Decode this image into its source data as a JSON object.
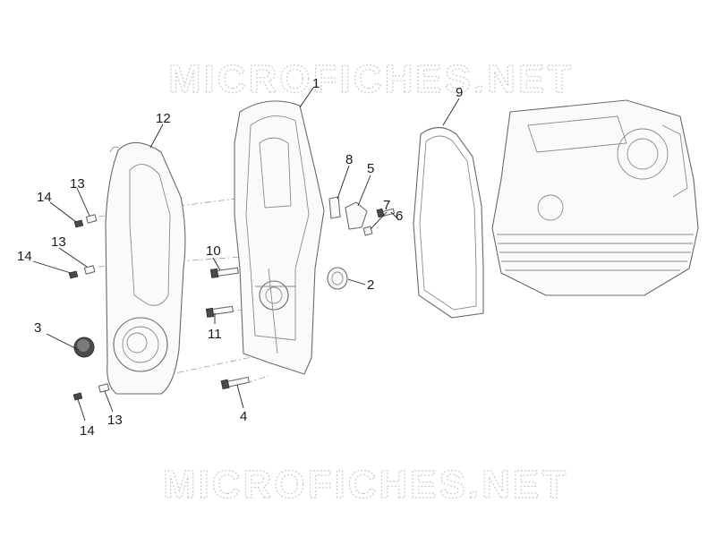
{
  "watermark": {
    "top": "MICROFICHES.NET",
    "bottom": "MICROFICHES.NET"
  },
  "callouts": [
    "1",
    "2",
    "3",
    "4",
    "5",
    "6",
    "7",
    "8",
    "9",
    "10",
    "11",
    "12",
    "13",
    "14"
  ]
}
